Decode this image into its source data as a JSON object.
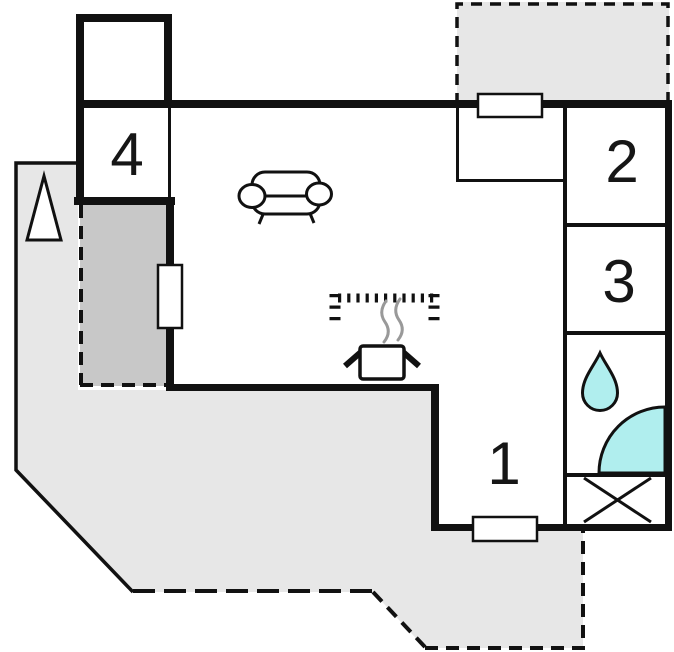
{
  "diagram": {
    "type": "floor-plan",
    "description": "holiday-home floor plan with terrace"
  },
  "rooms": [
    {
      "id": "room-4",
      "label": "4"
    },
    {
      "id": "room-2",
      "label": "2"
    },
    {
      "id": "room-3",
      "label": "3"
    },
    {
      "id": "room-1",
      "label": "1"
    }
  ],
  "icons": [
    {
      "name": "north-arrow-icon"
    },
    {
      "name": "sofa-icon"
    },
    {
      "name": "kitchen-counter-dotted-icon"
    },
    {
      "name": "cooking-pot-icon"
    },
    {
      "name": "steam-icon"
    },
    {
      "name": "water-drop-icon"
    },
    {
      "name": "shower-icon"
    },
    {
      "name": "crossed-box-icon"
    },
    {
      "name": "window-marker"
    }
  ],
  "colors": {
    "wall": "#111111",
    "line": "#111111",
    "terrace": "#e7e7e7",
    "covered_terrace": "#c8c8c8",
    "upper_terrace": "#e7e7e7",
    "water": "#b0eeee",
    "steam": "#999999",
    "room_fill": "#ffffff",
    "label": "#161616"
  }
}
